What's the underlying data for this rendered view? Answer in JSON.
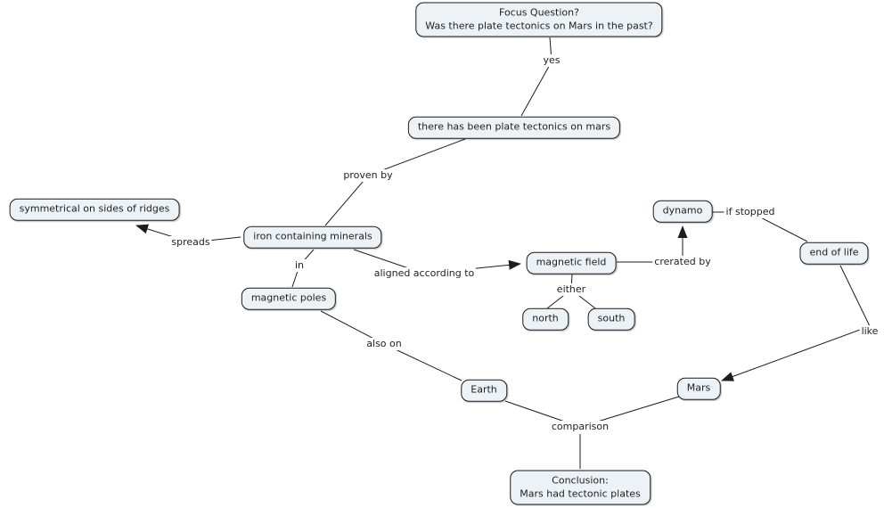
{
  "diagram": {
    "background": "#ffffff",
    "node_fill": "#edf2f6",
    "node_border": "#1c1c1c",
    "line_color": "#1d1d1d",
    "text_color": "#1f1f1f"
  },
  "nodes": {
    "focus_question": "Focus Question?\nWas there plate tectonics on Mars in the past?",
    "plate_tectonics_mars": "there has been plate tectonics on mars",
    "symmetrical_ridges": "symmetrical on sides of ridges",
    "iron_minerals": "iron containing minerals",
    "magnetic_poles": "magnetic poles",
    "magnetic_field": "magnetic field",
    "dynamo": "dynamo",
    "end_of_life": "end of life",
    "north": "north",
    "south": "south",
    "earth": "Earth",
    "mars": "Mars",
    "conclusion": "Conclusion:\nMars had tectonic plates"
  },
  "link_labels": {
    "yes": "yes",
    "proven_by": "proven by",
    "spreads": "spreads",
    "in_label": "in",
    "aligned_according_to": "aligned according to",
    "either": "either",
    "created_by": "crerated by",
    "if_stopped": "if stopped",
    "like": "like",
    "also_on": "also on",
    "comparison": "comparison"
  }
}
